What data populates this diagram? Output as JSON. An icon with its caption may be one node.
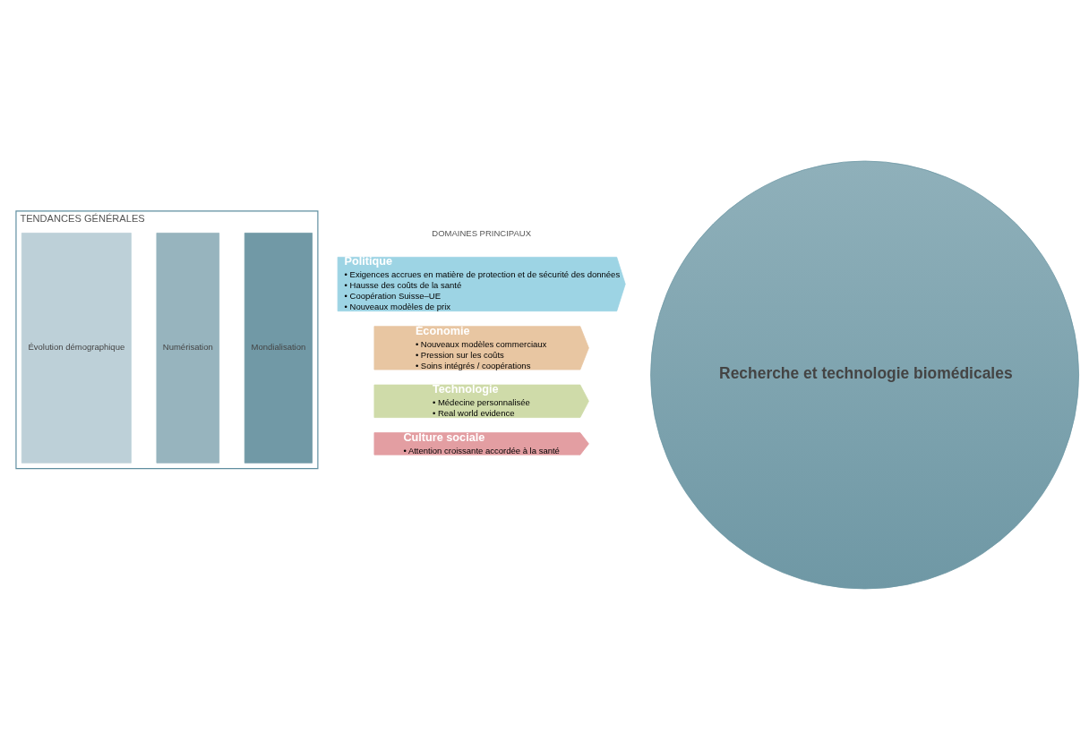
{
  "diagram": {
    "nodes": [
      {
        "text": [
          "TENDANCES GÉNÉRALES"
        ]
      },
      {
        "text": [
          "Évolution démographique"
        ],
        "in": 0
      },
      {
        "text": [
          "Numérisation"
        ],
        "in": 0
      },
      {
        "text": [
          "Mondialisation"
        ],
        "in": 0
      },
      {
        "text": [
          "Politique",
          "• Exigences accrues en matière de protection et de sécurité des données",
          "• Hausse des coûts de la santé",
          "• Coopération Suisse–UE",
          "• Nouveaux modèles de prix"
        ]
      },
      {
        "text": [
          "Économie",
          "• Nouveaux modèles commerciaux",
          "• Pression sur les coûts",
          "• Soins intégrés / coopérations"
        ]
      },
      {
        "text": [
          "Technologie",
          "• Médecine personnalisée",
          "• Real world evidence"
        ]
      },
      {
        "text": [
          "Culture sociale",
          "• Attention croissante accordée à la santé"
        ]
      },
      {
        "text": [
          "Recherche et technologie biomédicales"
        ]
      }
    ],
    "labels": [
      "DOMAINES PRINCIPAUX"
    ]
  }
}
